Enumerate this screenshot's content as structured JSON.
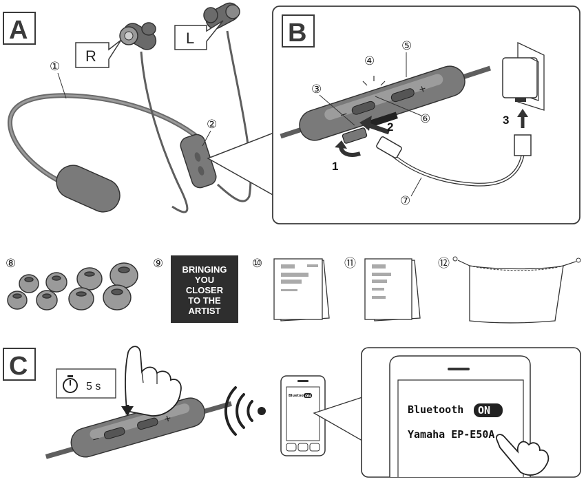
{
  "panels": {
    "a": "A",
    "b": "B",
    "c": "C"
  },
  "earbud_labels": {
    "right": "R",
    "left": "L"
  },
  "callouts": [
    "①",
    "②",
    "③",
    "④",
    "⑤",
    "⑥",
    "⑦",
    "⑧",
    "⑨",
    "⑩",
    "⑪",
    "⑫"
  ],
  "steps": [
    "1",
    "2",
    "3"
  ],
  "poster_lines": [
    "BRINGING",
    "YOU",
    "CLOSER",
    "TO THE",
    "ARTIST"
  ],
  "remote_signs": {
    "minus": "−",
    "plus": "+"
  },
  "timer": {
    "value": "5 s"
  },
  "phone_small": {
    "bluetooth": "Bluetooth",
    "on": "ON"
  },
  "phone_big": {
    "bluetooth": "Bluetooth",
    "on": "ON",
    "device": "Yamaha EP-E50A"
  },
  "colors": {
    "cable": "#5e5e5e",
    "body": "#7a7a7a",
    "outline": "#333333",
    "frame": "#3a3a3a"
  }
}
